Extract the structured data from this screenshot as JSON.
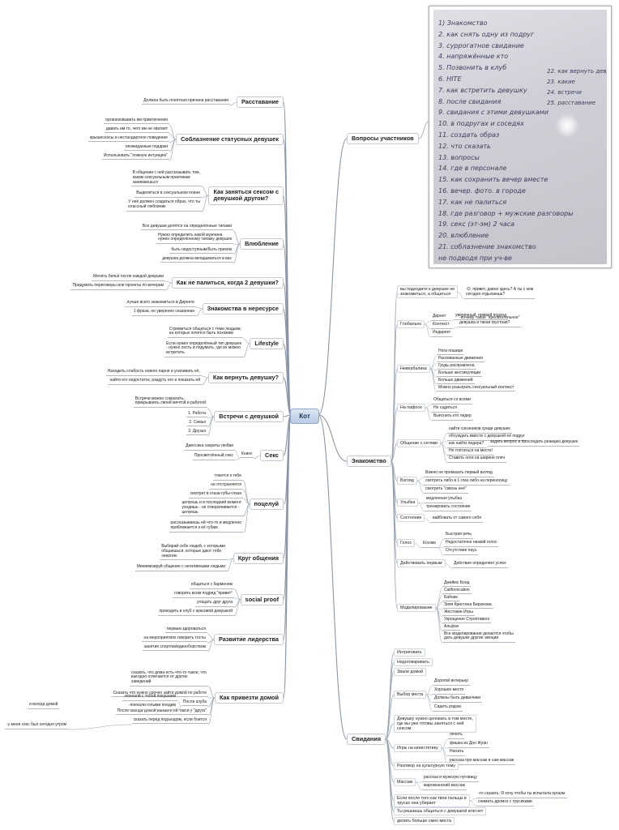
{
  "root": "Кот",
  "photo": {
    "lines": [
      "1) Знакомство",
      "2. как снять одну из подруг",
      "3. суррогатное свидание",
      "4. напряжённые кто",
      "5. Позвонить в клуб",
      "6. HITE",
      "7. как встретить девушку",
      "8. после свидания",
      "9. свидания с этими девушками",
      "10. в подругах и соседях",
      "11. создать образ",
      "12. что сказать",
      "13. вопросы",
      "14. где в персонале",
      "15. как сохранить вечер вместе",
      "16. вечер. фото. в городе",
      "17. как не палиться",
      "18. где разговор + мужские разговоры",
      "19. секс (эт-эм) 2 часа",
      "20. влюбление",
      "21. соблазнение знакомство",
      "не подводя при уч-ве"
    ],
    "side_lines": [
      "22. как вернуть девушку",
      "23. какие",
      "24. встречи",
      "25. расставание"
    ]
  },
  "left": [
    {
      "label": "Расставание",
      "children": [
        "Должна быть понятная причина расставания"
      ]
    },
    {
      "label": "Соблазнение статусных девушек",
      "children": [
        "организовывать им приключения",
        "давать им то, чего им не хватает",
        "крышесносы и нестандартное поведение",
        "неожиданные подарки",
        "Использовать \"ложную интуицию\""
      ]
    },
    {
      "label": "Как заняться сексом с\nдевушкой другом?",
      "children": [
        "В общении с ней рассказывать том,\nкаким сексуальным практикам\nзанимаешься",
        "Выделяться в сексуальном плане",
        "У неё должен создаться образ, что ты\nклассный любовник"
      ]
    },
    {
      "label": "Влюбление",
      "children": [
        "Все девушки делятся на определённые типажи",
        "Нужно определить какой мужчина\nнужен определённому типажу девушек",
        "быть недоступным/быть призом",
        "девушка должна вкладываться в вас"
      ]
    },
    {
      "label": "Как не палиться, когда 2 девушки?",
      "children": [
        "Менять бельё после каждой девушки",
        "Придумать переговоры или проекты по вечерам"
      ]
    },
    {
      "label": "Знакомства в нересурсе",
      "children": [
        "лучше всего знакомиться в Директе",
        "1 фраза, но уверенно сказанная"
      ]
    },
    {
      "label": "Lifestyle",
      "children": [
        "Стремиться общаться с теми людьми,\nна которых хочется быть похожим",
        "Если нужен определённый тип девушек\n- нужно сесть и подумать, где их можно\nвстретить"
      ]
    },
    {
      "label": "Как вернуть девушку?",
      "children": [
        "Находить слабость нового парня и усиливать её,",
        "найти его недостаток, раздуть его и показать ей"
      ]
    },
    {
      "label": "Встречи с девушкой",
      "children": [
        "Встречи можно сократить,\nприкрываясь своей мечтой и работой",
        "1. Работа",
        "2. Семья",
        "3. Друзья"
      ]
    },
    {
      "label": "Секс",
      "children": [
        "Книги"
      ],
      "grand": [
        "Джессика секреты любви",
        "Просветлённый секс"
      ]
    },
    {
      "label": "поцелуй",
      "children": [
        "тянется к тебе",
        "не отстраняется",
        "смотрит в глаза-губы-глаза",
        "целуешь и в последний момент\nуходишь - не отворачивается -\nцелуешь",
        "рассказываешь ей что-то и медленно\nприближается к её губам"
      ]
    },
    {
      "label": "Круг общения",
      "children": [
        "Выбирай себе людей, с которыми\nобщаешься, которые дают тебе\nэнергию",
        "Минимизируй общение с негативными людьми"
      ]
    },
    {
      "label": "social proof",
      "children": [
        "общаться с барменом",
        "говорить всем подряд \"привет\"",
        "угощать друг друга",
        "приходить в клуб с красивой девушкой"
      ]
    },
    {
      "label": "Развитие лидерства",
      "children": [
        "первым здороваться",
        "на мероприятиях говорить тосты",
        "занятие спортом/единоборством"
      ]
    },
    {
      "label": "Как привезти домой",
      "children": [
        "сказать, что дома есть что-то такое, что\nвыгодно отличается от других\nзаведений",
        "Сказать что нужно срочно зайти домой по работе",
        "После клуба",
        "После захода домой вызвать ей такси у \"друга\"",
        "сказать перед подъездом, если боится"
      ],
      "club": [
        "-поехали с тобой покушаем",
        "-поехали голыми поедим"
      ],
      "side": [
        "и всегда домой",
        "-у меня секс был сегодня утром"
      ]
    }
  ],
  "right": {
    "questions": "Вопросы участников",
    "znakomstvo": {
      "label": "Знакомство",
      "items": [
        {
          "label": "вы подходите к девушке не\nзнакомиться, а общаться",
          "children": [
            "-О, привет, давно здесь? А ты с кем\nсегодня отдыхаешь?"
          ]
        },
        {
          "label": "Глобально",
          "children": [
            "Директ",
            "Контекст",
            "Индирект"
          ],
          "direct": "уверенный, прямой подход",
          "context": "-почему такая \"прелагательное\"\nдевушка и такая грустная?"
        },
        {
          "label": "Невербалика",
          "children": [
            "Ноги пошире",
            "Раскованные движения",
            "Грудь расправлена",
            "Больше жестикуляции",
            "Больше движений",
            "Можно разыграть сексуальный контекст"
          ]
        },
        {
          "label": "На пафосе",
          "children": [
            "Общаться со всеми",
            "Не садиться",
            "Выяснить кто лидер"
          ]
        },
        {
          "label": "Общение с сетями",
          "children": [
            "найти союзников среди девушек",
            "обсуждать вместе с девушкой её подруг",
            "как найти лидера?",
            "Не топтаться на месте!",
            "Ставить ноги на ширине плеч"
          ],
          "leader": "задать вопрос и проследить реакцию девушек"
        },
        {
          "label": "Взгляд",
          "children": [
            "Важно не промазать первый взгляд",
            "смотреть либо в 1 глаз либо на переносицу",
            "смотреть \"сквозь неё\""
          ]
        },
        {
          "label": "Улыбка",
          "children": [
            "медленная улыбка",
            "тренировать состояние"
          ]
        },
        {
          "label": "Состояние",
          "children": [
            "вайбовать от самого себя"
          ]
        },
        {
          "label": "Голос",
          "children": [
            "Косяки"
          ],
          "kosyaki": [
            "Быстрая речь",
            "Недостаточно низкий голос",
            "Отсутствие пауз"
          ]
        },
        {
          "label": "Действовать первым",
          "children": [
            "Действие определяет успех"
          ]
        },
        {
          "label": "Моделирование",
          "children": [
            "Джеймс Бонд",
            "Californication",
            "Бабник",
            "Зияя Кристина Бирюкова",
            "Жестокие Игры",
            "Укрощение Строптивого",
            "Альфач",
            "Все моделирования делаются чтобы\nдать девушке другие эмоции"
          ]
        }
      ]
    },
    "svidaniya": {
      "label": "Свидания",
      "items": [
        {
          "label": "Интриговать"
        },
        {
          "label": "Недоговаривать"
        },
        {
          "label": "Звали домой"
        },
        {
          "label": "Выбор места",
          "children": [
            "Дорогой интерьер",
            "Хорошее место",
            "Должны быть диванчики",
            "Сидеть рядом"
          ]
        },
        {
          "label": "Девушку нужно целовать в том месте,\nгде вы уже готовы заняться с ней\nсексом"
        },
        {
          "label": "Игры на кинестетику",
          "children": [
            "лечить",
            "фишка из Дон Жуан",
            "Нюхать",
            "рассказ про массаж и сам массаж"
          ]
        },
        {
          "label": "Разговор на культурную тему"
        },
        {
          "label": "Массаж",
          "children": [
            "рассказ и мужскую пуговицу",
            "марокканский массаж"
          ]
        },
        {
          "label": "Если после того как твои пальцы в\nтрусах она убирает",
          "children": [
            "-то сказать: Я хочу чтобы ты испытала оргазм.",
            "снимать дромоз с трусиками"
          ]
        },
        {
          "label": "Ты решаешь общаться с девушкой или нет"
        },
        {
          "label": "делать больше смен места"
        }
      ]
    }
  }
}
